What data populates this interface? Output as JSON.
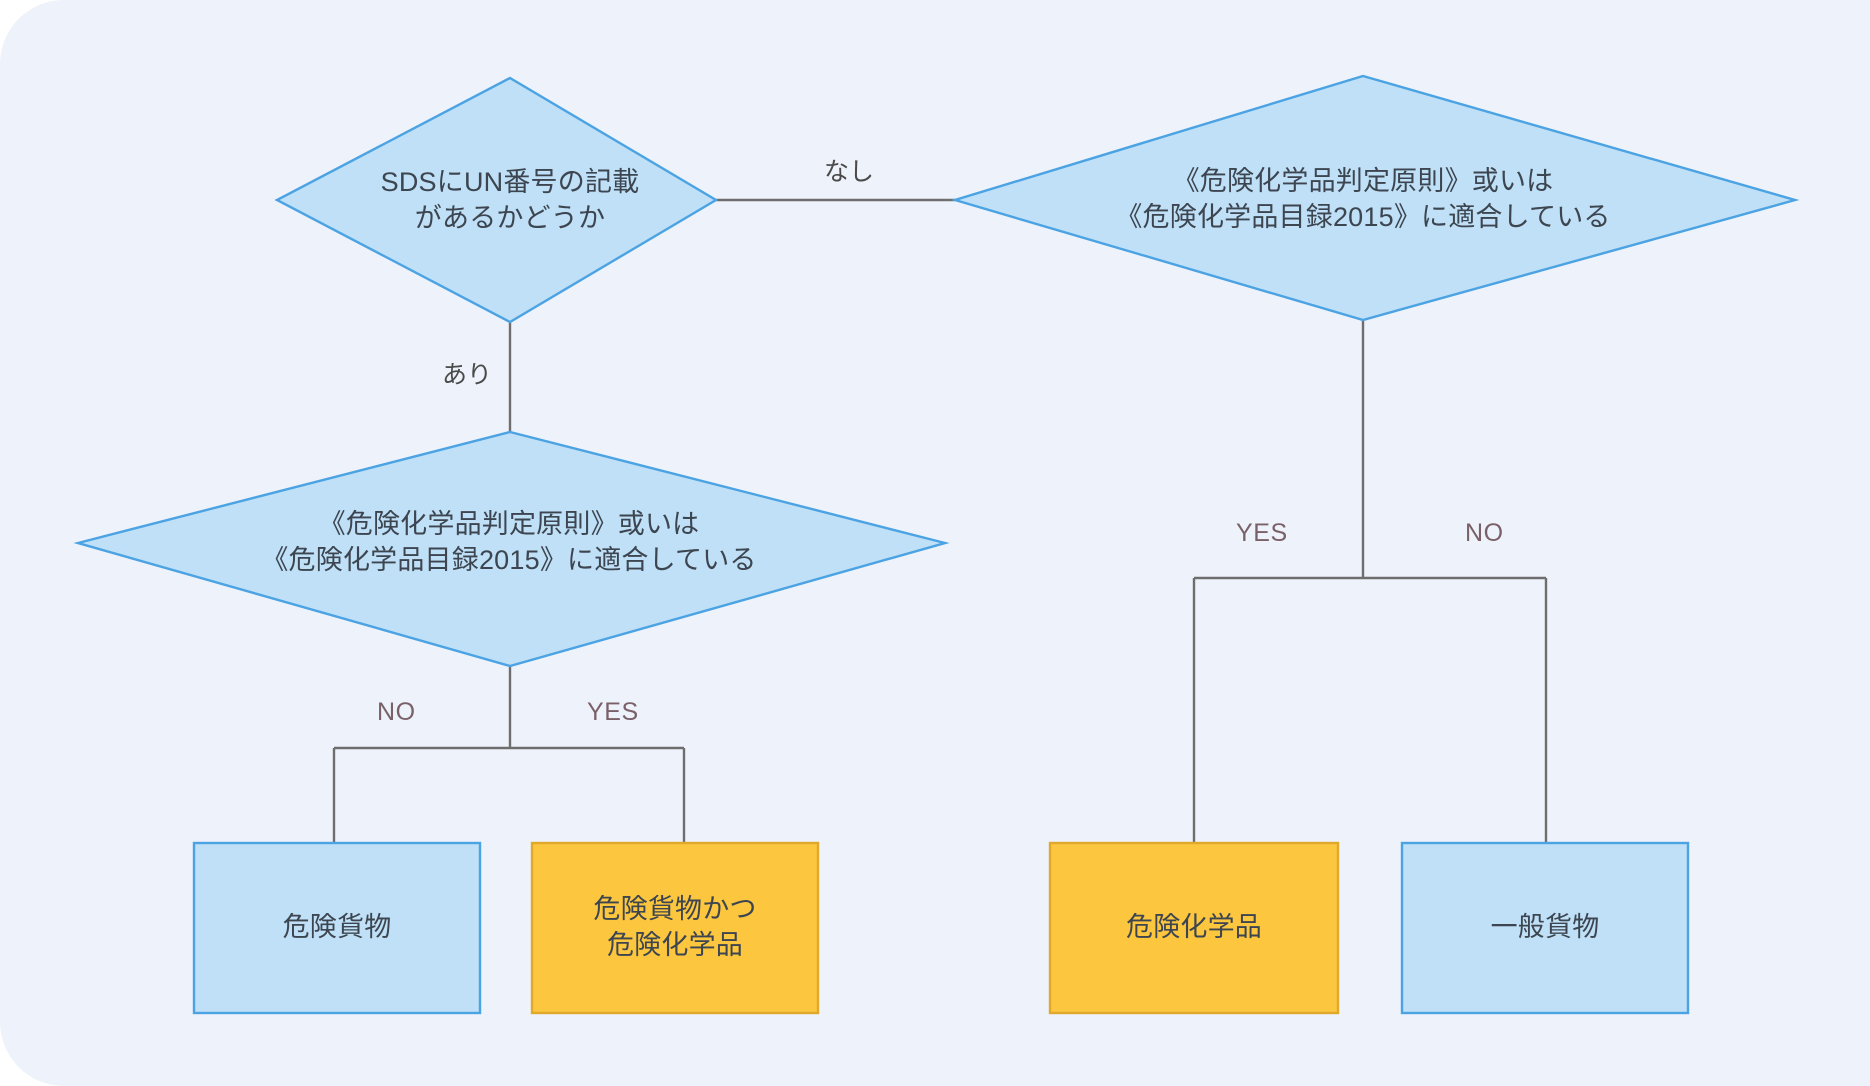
{
  "diagram": {
    "type": "flowchart",
    "title": "",
    "background_color": "#eef2fa",
    "palette": {
      "blue_fill": "#bfe0f6",
      "blue_stroke": "#4ba3e3",
      "orange_fill": "#fcc63e",
      "orange_stroke": "#e0a92b",
      "line_color": "#6e6e6e",
      "text_color": "#3c4550",
      "yes_no_label_color": "#7a6168"
    },
    "nodes": [
      {
        "id": "d1",
        "shape": "diamond",
        "color": "blue",
        "text": "SDSにUN番号の記載\nがあるかどうか"
      },
      {
        "id": "d2",
        "shape": "diamond",
        "color": "blue",
        "text": "《危険化学品判定原則》或いは\n《危険化学品目録2015》に適合している"
      },
      {
        "id": "d3",
        "shape": "diamond",
        "color": "blue",
        "text": "《危険化学品判定原則》或いは\n《危険化学品目録2015》に適合している"
      },
      {
        "id": "b1",
        "shape": "rect",
        "color": "blue",
        "text": "危険貨物"
      },
      {
        "id": "b2",
        "shape": "rect",
        "color": "orange",
        "text": "危険貨物かつ\n危険化学品"
      },
      {
        "id": "b3",
        "shape": "rect",
        "color": "orange",
        "text": "危険化学品"
      },
      {
        "id": "b4",
        "shape": "rect",
        "color": "blue",
        "text": "一般貨物"
      }
    ],
    "edges": [
      {
        "id": "e1",
        "from": "d1",
        "to": "d2",
        "label": "なし"
      },
      {
        "id": "e2",
        "from": "d1",
        "to": "d3",
        "label": "あり"
      },
      {
        "id": "e3",
        "from": "d3",
        "to": "b1",
        "label": "NO"
      },
      {
        "id": "e4",
        "from": "d3",
        "to": "b2",
        "label": "YES"
      },
      {
        "id": "e5",
        "from": "d2",
        "to": "b3",
        "label": "YES"
      },
      {
        "id": "e6",
        "from": "d2",
        "to": "b4",
        "label": "NO"
      }
    ]
  }
}
